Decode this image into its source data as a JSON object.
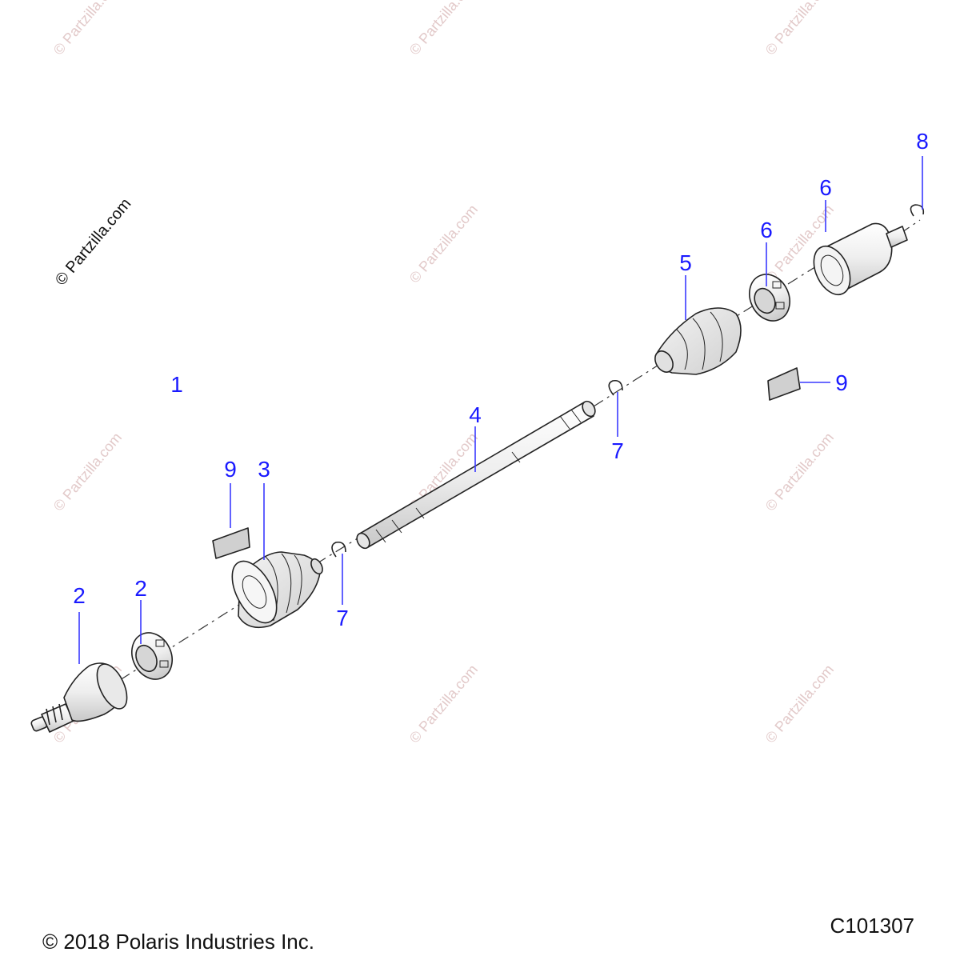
{
  "watermark": {
    "main_text": "© Partzilla.com",
    "repeat_text": "© Partzilla.com"
  },
  "callouts": {
    "c1": "1",
    "c2a": "2",
    "c2b": "2",
    "c3": "3",
    "c4": "4",
    "c5": "5",
    "c6a": "6",
    "c6b": "6",
    "c7a": "7",
    "c7b": "7",
    "c8": "8",
    "c9a": "9",
    "c9b": "9"
  },
  "footer": {
    "copyright": "© 2018 Polaris Industries Inc.",
    "diagram_id": "C101307"
  },
  "colors": {
    "callout": "#1a1aff",
    "part_fill": "#efefef",
    "part_shade": "#cfcfcf"
  }
}
